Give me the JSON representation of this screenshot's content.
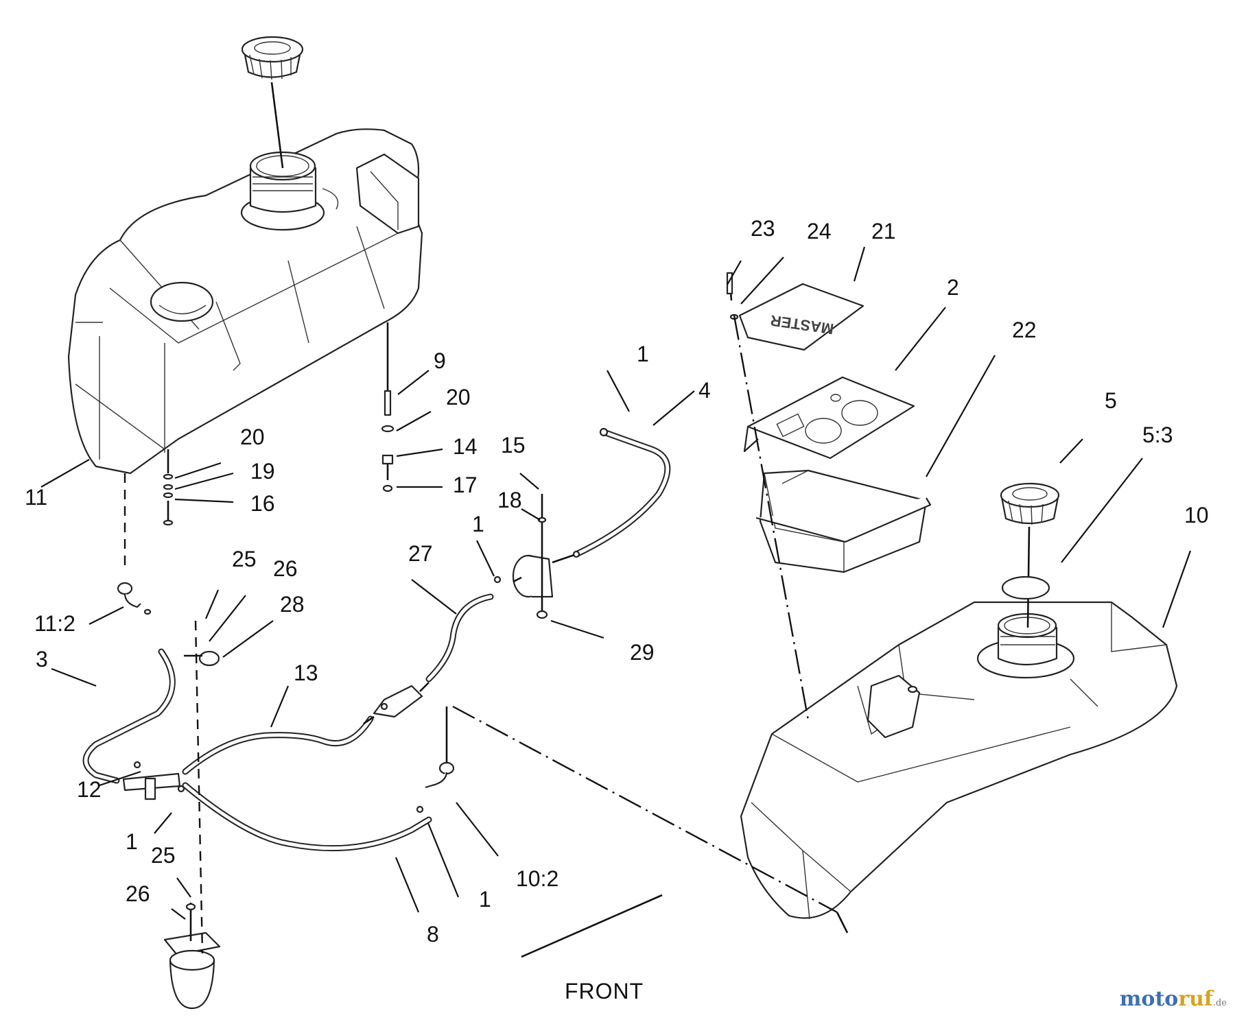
{
  "callouts": {
    "c1_a": "1",
    "c1_b": "1",
    "c1_c": "1",
    "c1_d": "1",
    "c2": "2",
    "c3": "3",
    "c4": "4",
    "c5": "5",
    "c5_3": "5:3",
    "c8": "8",
    "c9": "9",
    "c10": "10",
    "c10_2": "10:2",
    "c11": "11",
    "c11_2": "11:2",
    "c12": "12",
    "c13": "13",
    "c14": "14",
    "c15": "15",
    "c16": "16",
    "c17": "17",
    "c18": "18",
    "c19": "19",
    "c20_a": "20",
    "c20_b": "20",
    "c21": "21",
    "c22": "22",
    "c23": "23",
    "c24": "24",
    "c25_a": "25",
    "c25_b": "25",
    "c26_a": "26",
    "c26_b": "26",
    "c27": "27",
    "c28": "28",
    "c29": "29"
  },
  "direction_label": "FRONT",
  "plate_logo_text": "MASTER",
  "watermark": {
    "part1": "moto",
    "part2": "ruf",
    "part3": ".de"
  }
}
